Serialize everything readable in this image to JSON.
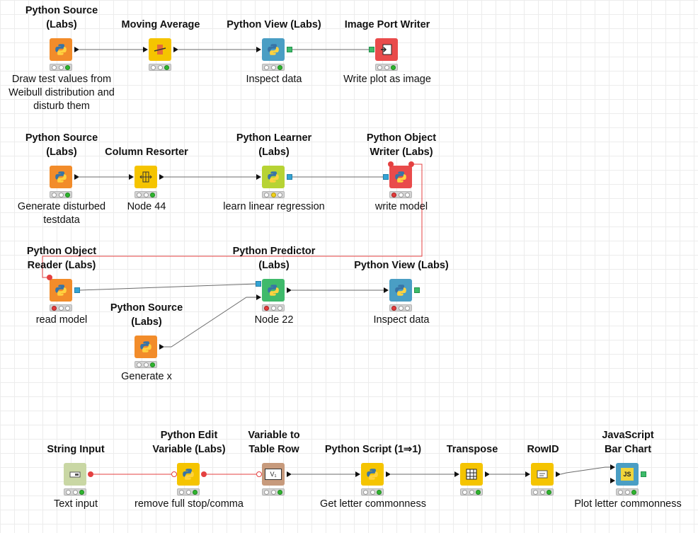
{
  "workflow": {
    "nodes": [
      {
        "id": "py_source_1",
        "title": "Python Source\n(Labs)",
        "desc": "Draw test values from\nWeibull distribution and\ndisturb them",
        "color": "#f28c2a",
        "icon": "python-icon",
        "status": [
          "off",
          "off",
          "green"
        ]
      },
      {
        "id": "moving_average",
        "title": "Moving Average",
        "desc": "",
        "color": "#f5c400",
        "icon": "moving-average-icon",
        "status": [
          "off",
          "off",
          "green"
        ]
      },
      {
        "id": "py_view_1",
        "title": "Python View (Labs)",
        "desc": "Inspect data",
        "color": "#4a9ec4",
        "icon": "python-icon",
        "status": [
          "off",
          "off",
          "green"
        ]
      },
      {
        "id": "image_port_writer",
        "title": "Image Port Writer",
        "desc": "Write plot as image",
        "color": "#e94b4b",
        "icon": "image-writer-icon",
        "status": [
          "off",
          "off",
          "green"
        ]
      },
      {
        "id": "py_source_2",
        "title": "Python Source\n(Labs)",
        "desc": "Generate disturbed\ntestdata",
        "color": "#f28c2a",
        "icon": "python-icon",
        "status": [
          "off",
          "off",
          "green"
        ]
      },
      {
        "id": "column_resorter",
        "title": "Column Resorter",
        "desc": "Node 44",
        "color": "#f5c400",
        "icon": "column-resorter-icon",
        "status": [
          "off",
          "off",
          "green"
        ]
      },
      {
        "id": "py_learner",
        "title": "Python Learner\n(Labs)",
        "desc": "learn linear regression",
        "color": "#b7d334",
        "icon": "python-icon",
        "status": [
          "off",
          "yellow",
          "off"
        ]
      },
      {
        "id": "py_obj_writer",
        "title": "Python Object\nWriter (Labs)",
        "desc": "write model",
        "color": "#e94b4b",
        "icon": "python-icon",
        "status": [
          "red",
          "off",
          "off"
        ]
      },
      {
        "id": "py_obj_reader",
        "title": "Python Object\nReader (Labs)",
        "desc": "read model",
        "color": "#f28c2a",
        "icon": "python-icon",
        "status": [
          "red",
          "off",
          "off"
        ]
      },
      {
        "id": "py_predictor",
        "title": "Python Predictor\n(Labs)",
        "desc": "Node 22",
        "color": "#3fba6b",
        "icon": "python-icon",
        "status": [
          "red",
          "off",
          "off"
        ]
      },
      {
        "id": "py_view_2",
        "title": "Python View (Labs)",
        "desc": "Inspect data",
        "color": "#4a9ec4",
        "icon": "python-icon",
        "status": [
          "red",
          "off",
          "off"
        ]
      },
      {
        "id": "py_source_3",
        "title": "Python Source\n(Labs)",
        "desc": "Generate x",
        "color": "#f28c2a",
        "icon": "python-icon",
        "status": [
          "off",
          "off",
          "green"
        ]
      },
      {
        "id": "string_input",
        "title": "String Input",
        "desc": "Text input",
        "color": "#c9d7a4",
        "icon": "string-input-icon",
        "status": [
          "off",
          "off",
          "green"
        ]
      },
      {
        "id": "py_edit_var",
        "title": "Python Edit\nVariable (Labs)",
        "desc": "remove full stop/comma",
        "color": "#f5c400",
        "icon": "python-icon",
        "status": [
          "off",
          "off",
          "green"
        ]
      },
      {
        "id": "var_to_table_row",
        "title": "Variable to\nTable Row",
        "desc": "",
        "color": "#c79a7c",
        "icon": "variable-to-table-icon",
        "status": [
          "off",
          "off",
          "green"
        ]
      },
      {
        "id": "py_script",
        "title": "Python Script (1⇒1)",
        "desc": "Get letter commonness",
        "color": "#f5c400",
        "icon": "python-icon",
        "status": [
          "off",
          "off",
          "green"
        ]
      },
      {
        "id": "transpose",
        "title": "Transpose",
        "desc": "",
        "color": "#f5c400",
        "icon": "transpose-icon",
        "status": [
          "off",
          "off",
          "green"
        ]
      },
      {
        "id": "rowid",
        "title": "RowID",
        "desc": "",
        "color": "#f5c400",
        "icon": "rowid-icon",
        "status": [
          "off",
          "off",
          "green"
        ]
      },
      {
        "id": "js_bar_chart",
        "title": "JavaScript\nBar Chart",
        "desc": "Plot letter commonness",
        "color": "#4a9ec4",
        "icon": "javascript-icon",
        "status": [
          "off",
          "off",
          "green"
        ]
      }
    ],
    "icon_text": {
      "variable_to_table": "V₁",
      "javascript": "JS"
    },
    "colors": {
      "data_wire": "#6b6b6b",
      "flow_variable_wire": "#e44040",
      "python_blue": "#3874a6",
      "python_yellow": "#ffd23f"
    }
  }
}
